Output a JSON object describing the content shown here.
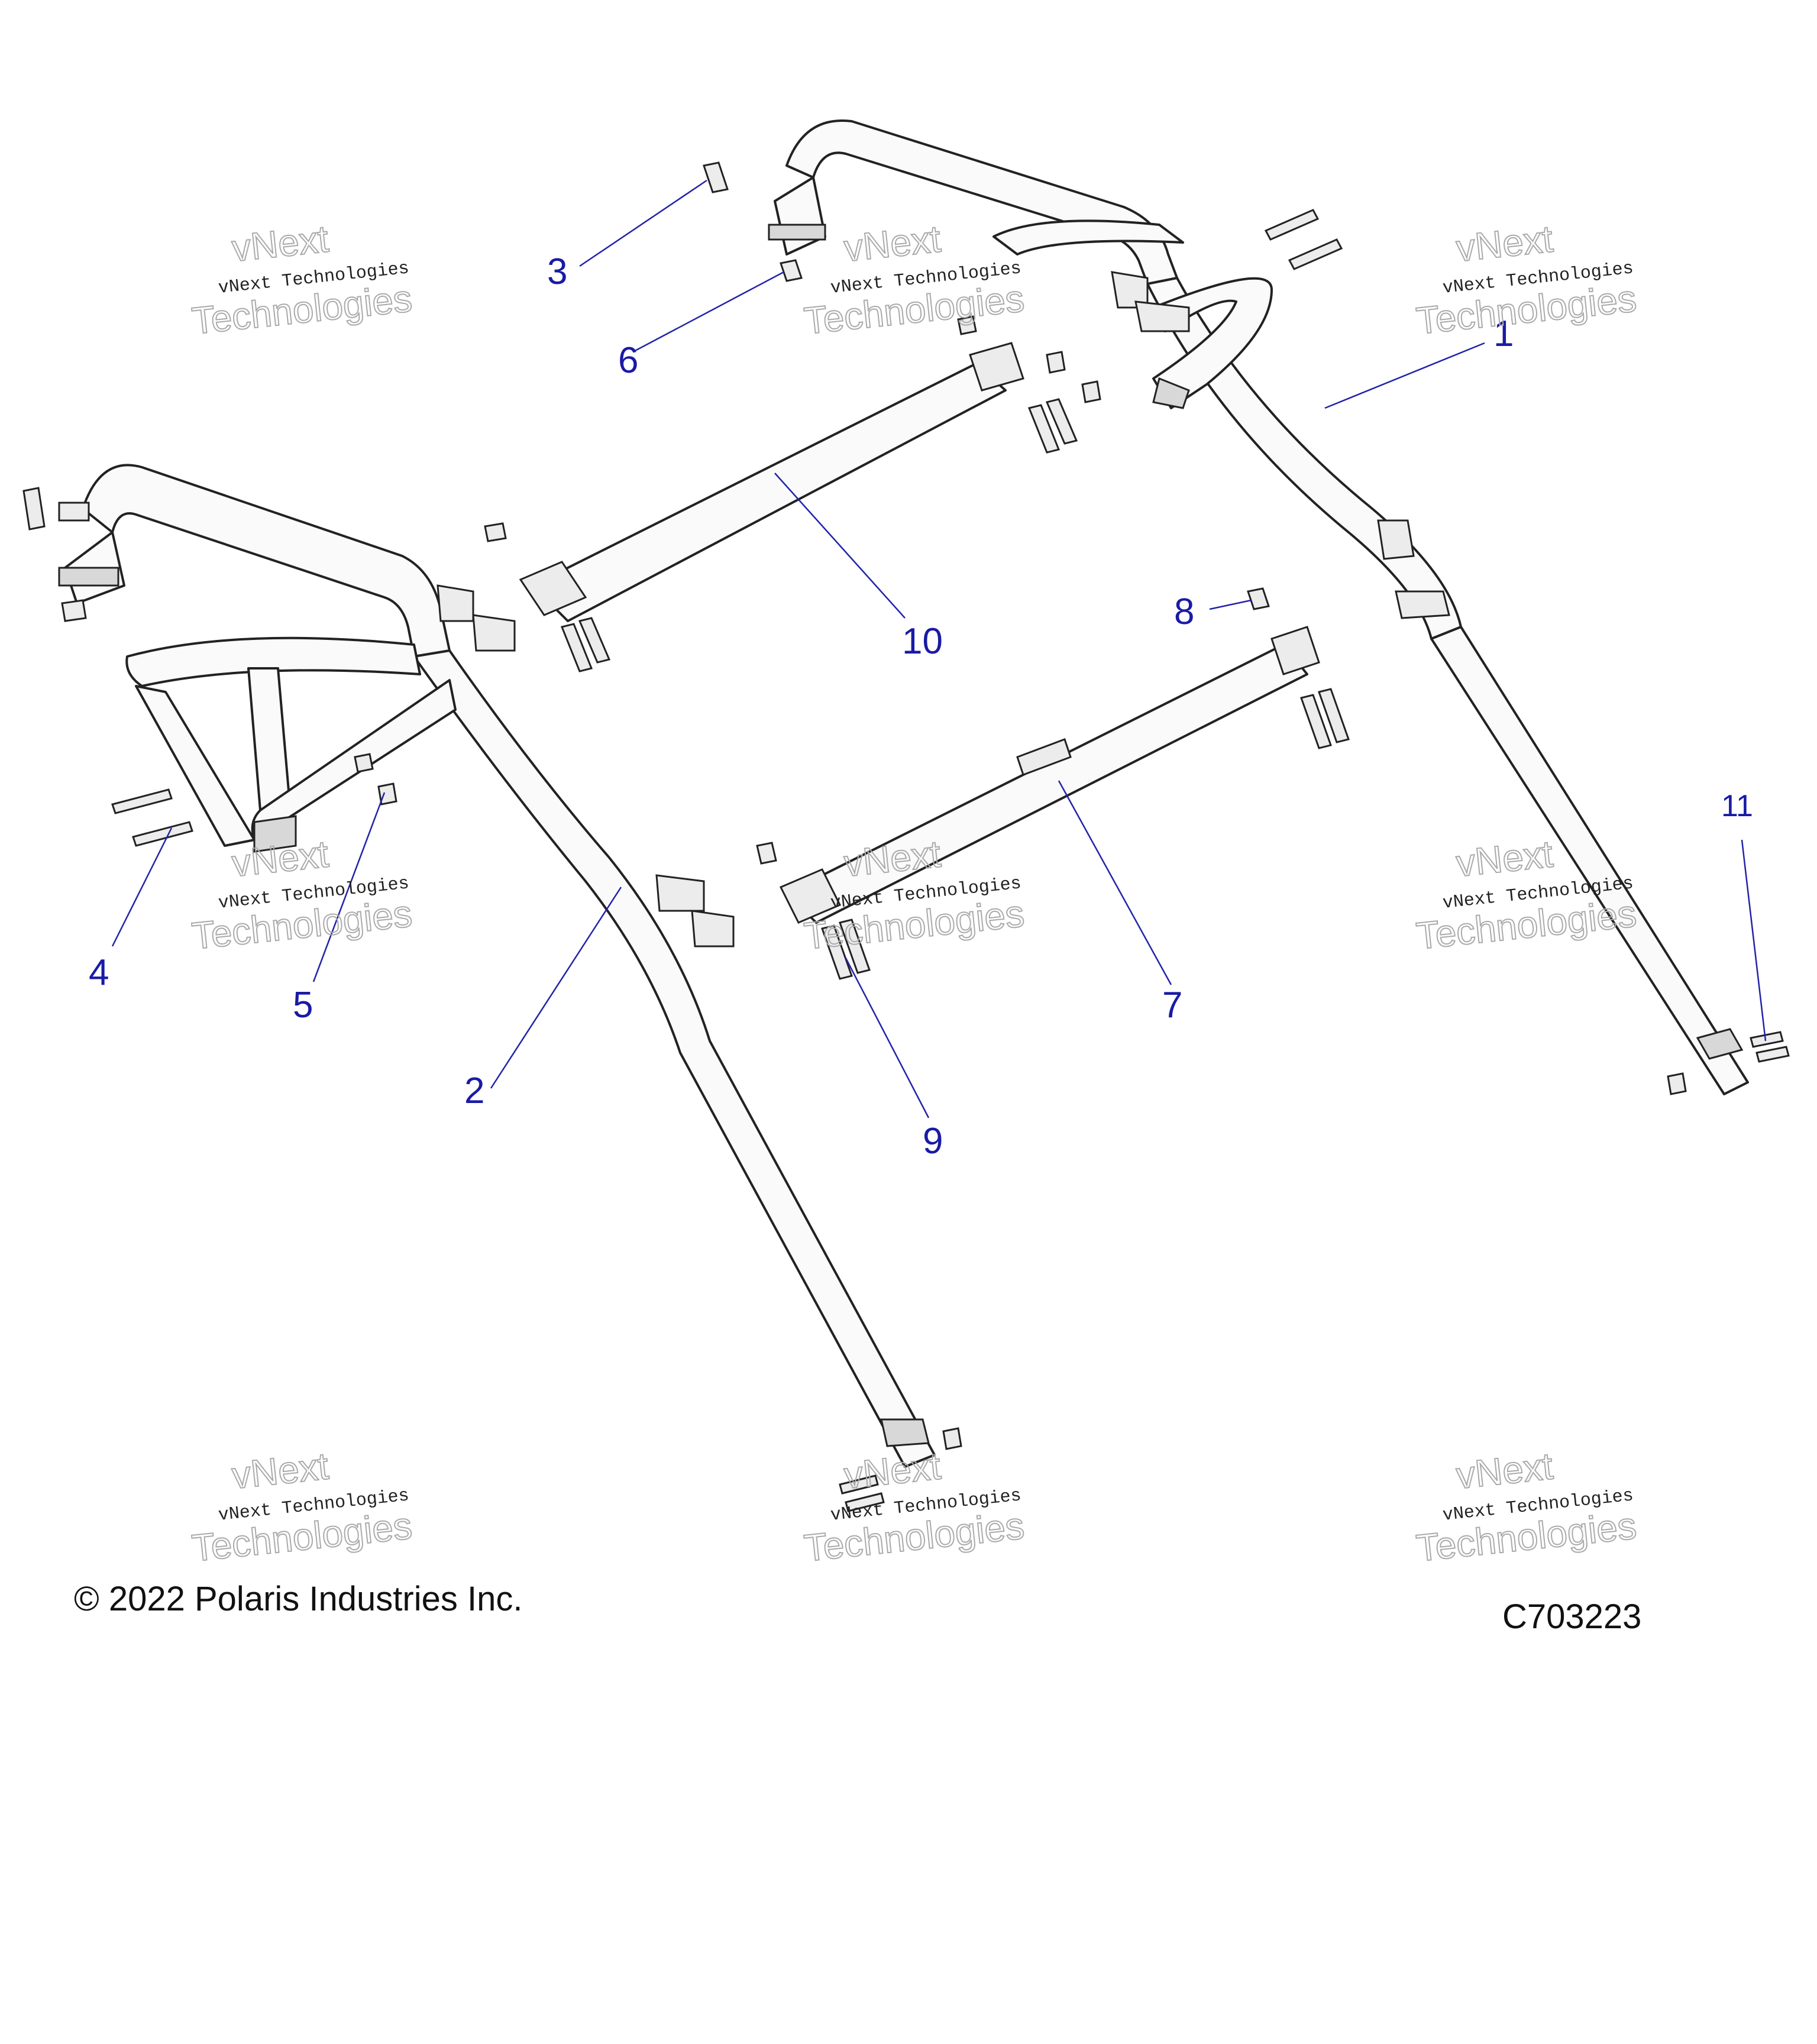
{
  "diagram": {
    "callouts": [
      {
        "id": "1",
        "label": "1"
      },
      {
        "id": "2",
        "label": "2"
      },
      {
        "id": "3",
        "label": "3"
      },
      {
        "id": "4",
        "label": "4"
      },
      {
        "id": "5",
        "label": "5"
      },
      {
        "id": "6",
        "label": "6"
      },
      {
        "id": "7",
        "label": "7"
      },
      {
        "id": "8",
        "label": "8"
      },
      {
        "id": "9",
        "label": "9"
      },
      {
        "id": "10",
        "label": "10"
      },
      {
        "id": "11",
        "label": "11"
      }
    ],
    "watermark": {
      "line1": "vNext Technologies",
      "line2": "vNext",
      "line3": "Technologies"
    }
  },
  "footer": {
    "copyright": "© 2022 Polaris Industries Inc.",
    "drawing_number": "C703223"
  },
  "colors": {
    "callout": "#1a1aa6",
    "line_art": "#222222",
    "background": "#ffffff"
  }
}
